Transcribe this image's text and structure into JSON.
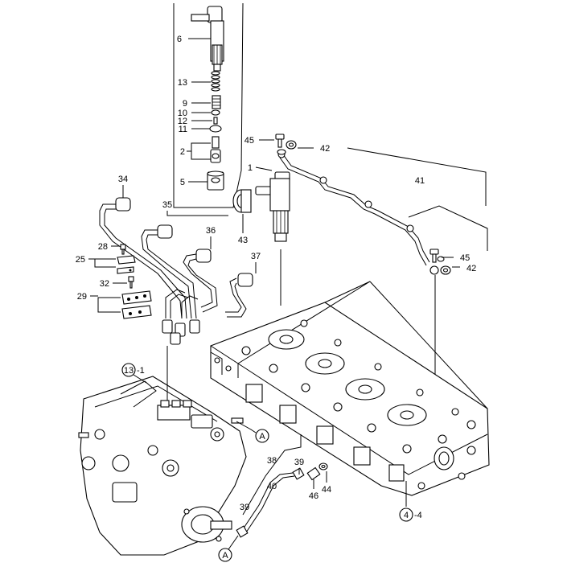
{
  "diagram": {
    "callouts": {
      "c1": "1",
      "c2": "2",
      "c5": "5",
      "c6": "6",
      "c9": "9",
      "c10": "10",
      "c11": "11",
      "c12": "12",
      "c13": "13",
      "c25": "25",
      "c28": "28",
      "c29": "29",
      "c32": "32",
      "c34": "34",
      "c35": "35",
      "c36": "36",
      "c37": "37",
      "c38": "38",
      "c39a": "39",
      "c39b": "39",
      "c40": "40",
      "c41": "41",
      "c42a": "42",
      "c42b": "42",
      "c43": "43",
      "c44": "44",
      "c45a": "45",
      "c45b": "45",
      "c46": "46"
    },
    "refs": {
      "pump_group": "13",
      "pump_suffix": "-1",
      "head_group": "4",
      "head_suffix": "-4",
      "connector_a_top": "A",
      "connector_a_bottom": "A"
    }
  }
}
